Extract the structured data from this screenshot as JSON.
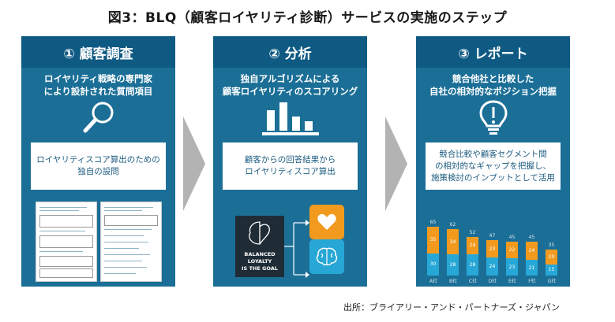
{
  "title": "図3：BLQ（顧客ロイヤリティ診断）サービスの実施のステップ",
  "panels": [
    {
      "heading": "① 顧客調査",
      "subtitle": "ロイヤリティ戦略の専門家\nにより設計された質問項目",
      "box": "ロイヤリティスコア算出のための\n独自の設問",
      "icon": "magnifier-icon"
    },
    {
      "heading": "② 分析",
      "subtitle": "独自アルゴリズムによる\n顧客ロイヤリティのスコアリング",
      "box": "顧客からの回答結果から\nロイヤリティスコア算出",
      "icon": "bar-chart-icon",
      "badge": {
        "line1": "BALANCED",
        "line2": "LOYALTY",
        "line3": "IS THE GOAL"
      }
    },
    {
      "heading": "③ レポート",
      "subtitle": "競合他社と比較した\n自社の相対的なポジション把握",
      "box": "競合比較や顧客セグメント間\nの相対的なギャップを把握し、\n施策検討のインプットとして活用",
      "icon": "lightbulb-icon"
    }
  ],
  "colors": {
    "panel": "#1b6f97",
    "panel_head": "#0f5a83",
    "orange": "#f29a1e",
    "cyan": "#27a7d6",
    "arrow": "#b3b3b3"
  },
  "chart_data": {
    "type": "bar",
    "categories": [
      "A社",
      "B社",
      "C社",
      "D社",
      "E社",
      "F社",
      "G社"
    ],
    "series": [
      {
        "values": [
          30,
          28,
          28,
          24,
          23,
          21,
          15
        ]
      },
      {
        "values": [
          35,
          34,
          24,
          23,
          22,
          24,
          20
        ]
      }
    ],
    "totals": [
      65,
      62,
      52,
      47,
      45,
      45,
      35
    ]
  },
  "source": "出所：ブライアリー・アンド・パートナーズ・ジャパン"
}
